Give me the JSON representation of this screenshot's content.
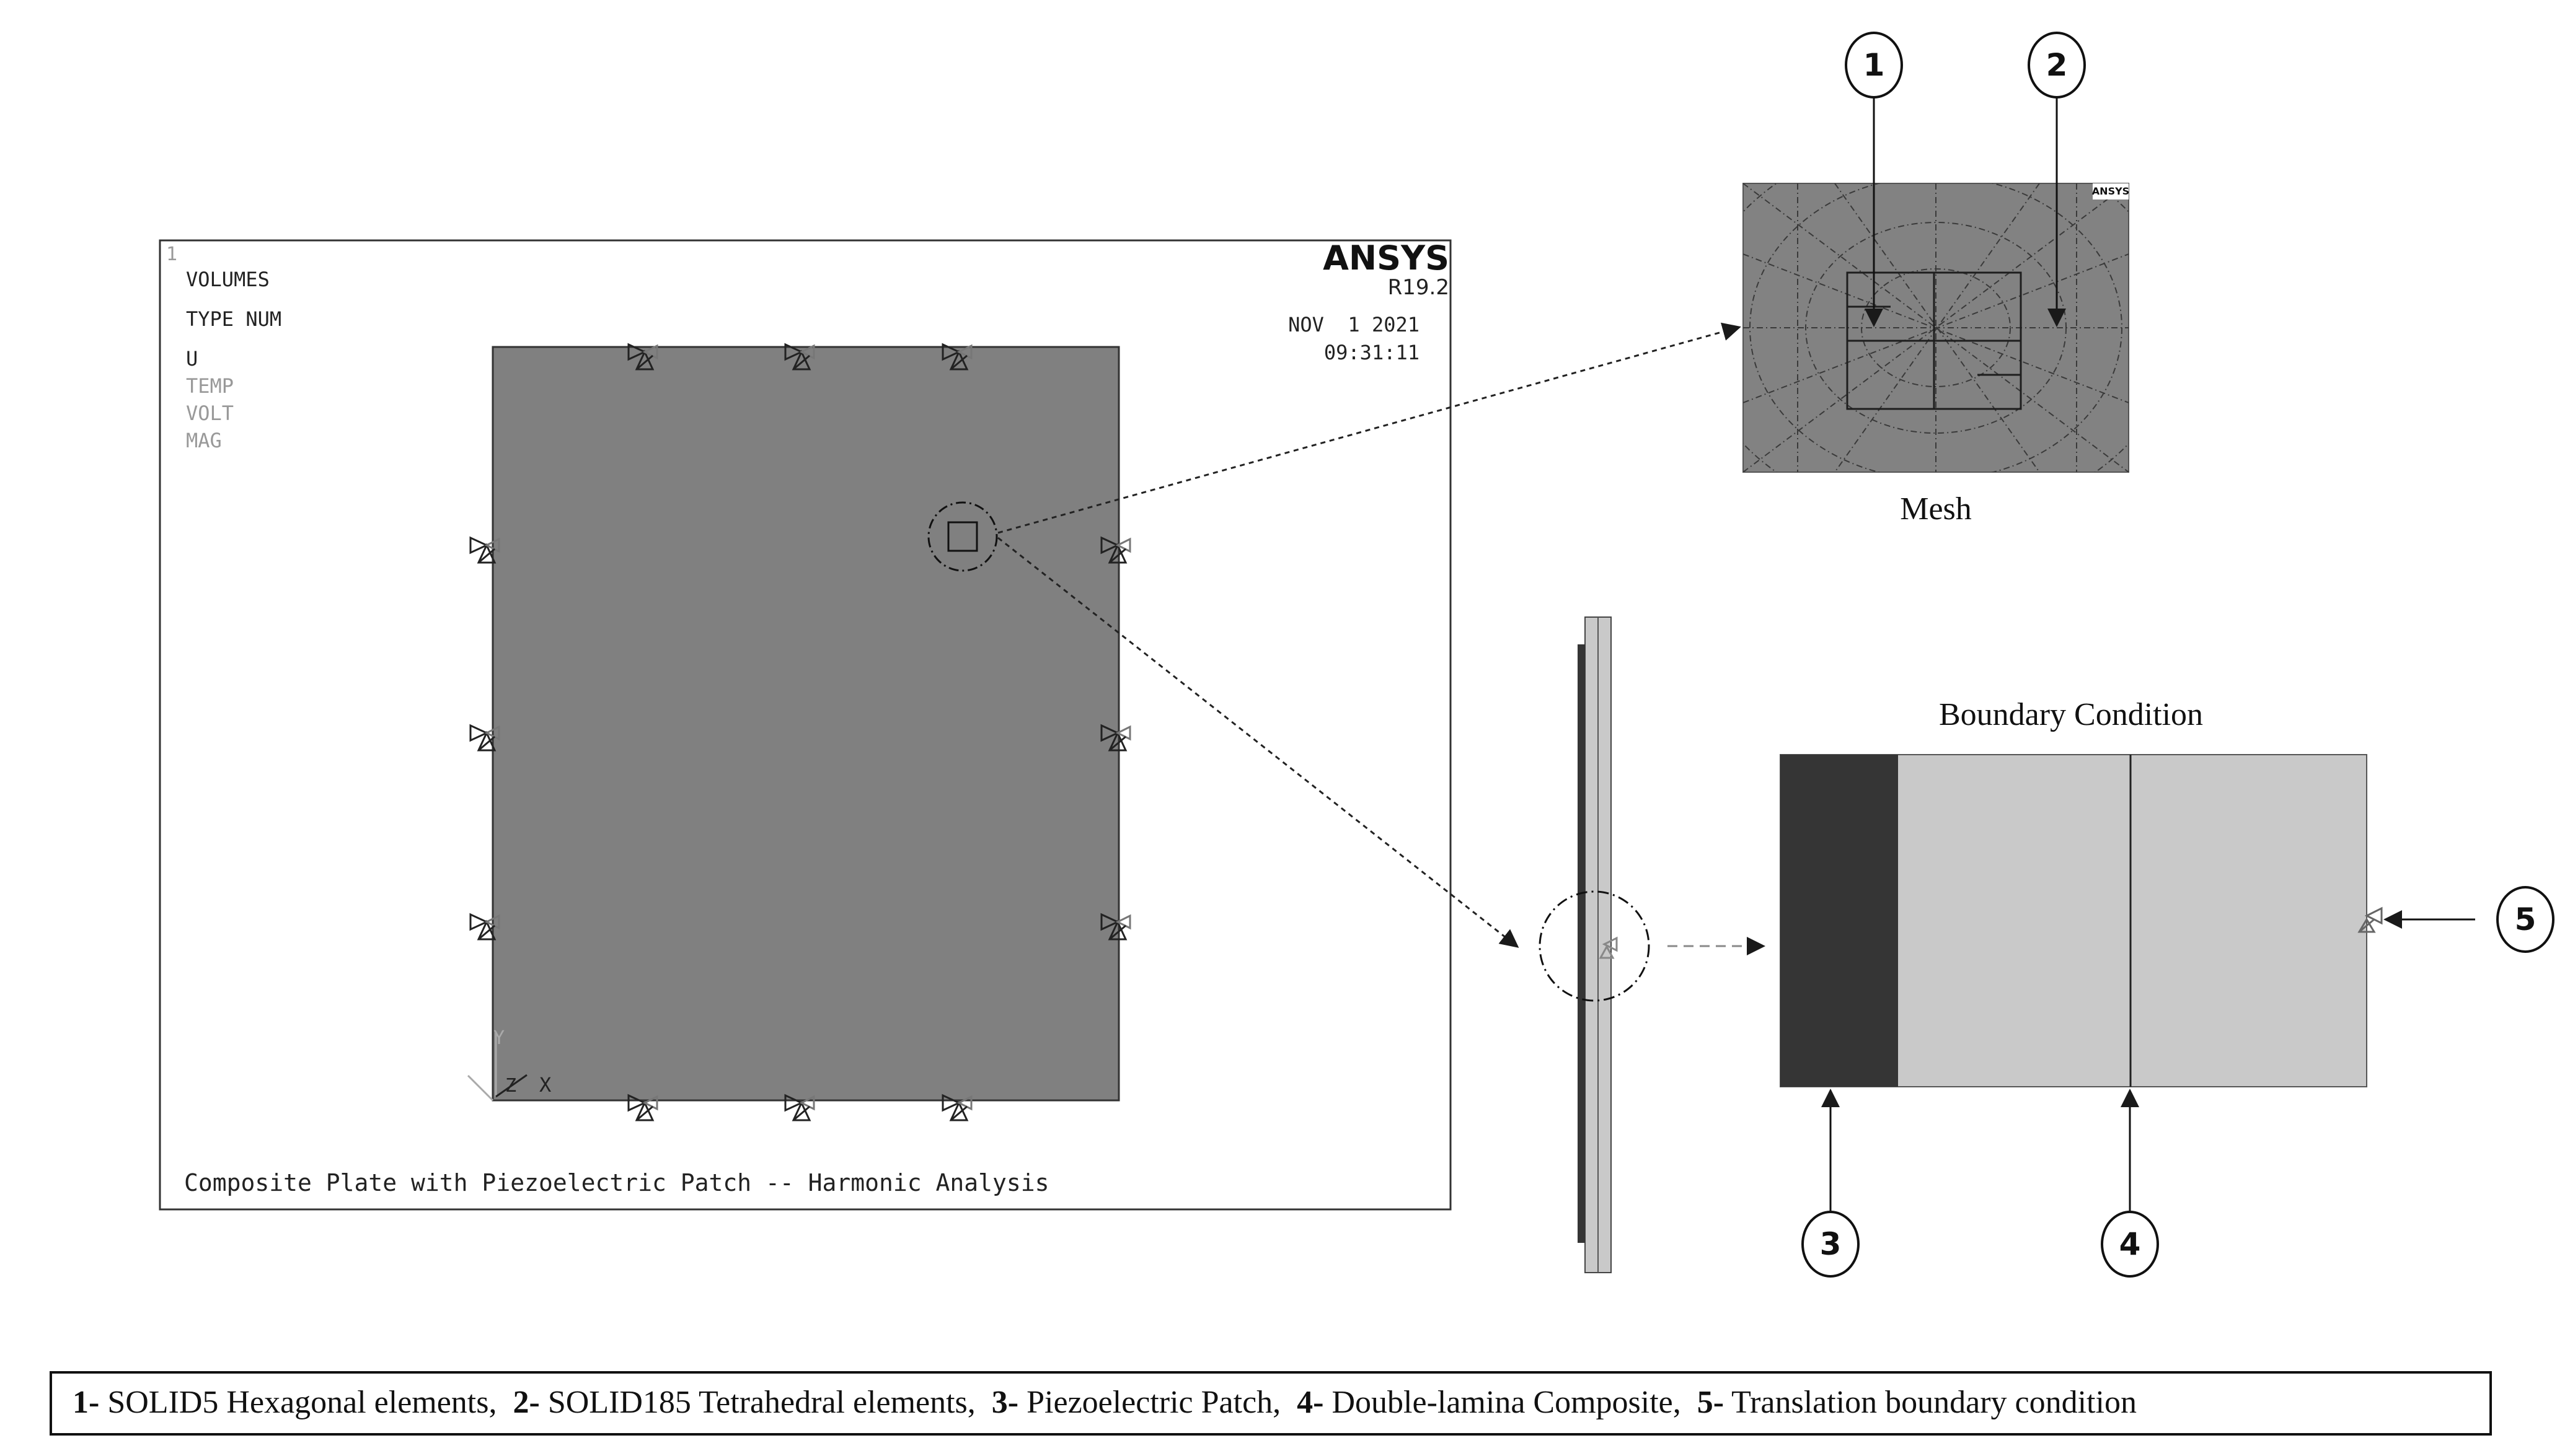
{
  "ansys_window": {
    "window_number": "1",
    "legend_lines": [
      "VOLUMES",
      "TYPE NUM",
      "U"
    ],
    "legend_dim_lines": [
      "TEMP",
      "VOLT",
      "MAG"
    ],
    "brand": "ANSYS",
    "version": "R19.2",
    "date": "NOV  1 2021",
    "time": "09:31:11",
    "axis_labels": {
      "y": "Y",
      "z": "Z",
      "x": "X"
    },
    "caption": "Composite Plate with Piezoelectric Patch -- Harmonic Analysis"
  },
  "mesh_panel": {
    "label": "Mesh",
    "inset_brand": "ANSYS",
    "callouts": [
      "1",
      "2"
    ]
  },
  "boundary_panel": {
    "title": "Boundary Condition",
    "callouts": [
      "3",
      "4",
      "5"
    ]
  },
  "colors": {
    "plate_fill": "#808080",
    "patch_fill": "#353535",
    "laminate_fill": "#c9c9c9",
    "line": "#1a1a1a"
  },
  "legend": {
    "items": [
      {
        "num": "1-",
        "text": "SOLID5 Hexagonal elements,"
      },
      {
        "num": "2-",
        "text": "SOLID185 Tetrahedral elements,"
      },
      {
        "num": "3-",
        "text": "Piezoelectric Patch,"
      },
      {
        "num": "4-",
        "text": "Double-lamina Composite,"
      },
      {
        "num": "5-",
        "text": "Translation boundary condition"
      }
    ]
  }
}
